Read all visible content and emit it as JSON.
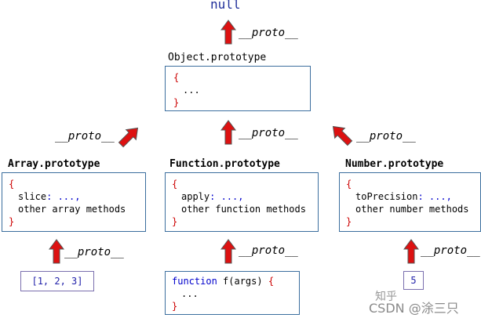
{
  "top": {
    "null_label": "null"
  },
  "proto_label": "__proto__",
  "object_proto": {
    "title": "Object.prototype",
    "open": "{",
    "body": "...",
    "close": "}"
  },
  "array_proto": {
    "title": "Array.prototype",
    "open": "{",
    "line1_name": "slice",
    "line1_rest": ": ...,",
    "line2": "other array methods",
    "close": "}"
  },
  "function_proto": {
    "title": "Function.prototype",
    "open": "{",
    "line1_name": "apply",
    "line1_rest": ": ...,",
    "line2": "other function methods",
    "close": "}"
  },
  "number_proto": {
    "title": "Number.prototype",
    "open": "{",
    "line1_name": "toPrecision",
    "line1_rest": ": ...,",
    "line2": "other number methods",
    "close": "}"
  },
  "instances": {
    "array": "[1, 2, 3]",
    "function_kw": "function",
    "function_sig": " f(args) ",
    "function_open": "{",
    "function_body": "...",
    "function_close": "}",
    "number": "5"
  },
  "watermark": {
    "zh": "知乎",
    "csdn": "CSDN @涂三只"
  },
  "colors": {
    "arrow": "#dd1111",
    "arrow_outline": "#555555",
    "box_border": "#3b6e9e",
    "brace": "#cc0000",
    "keyword": "#0000cc"
  }
}
